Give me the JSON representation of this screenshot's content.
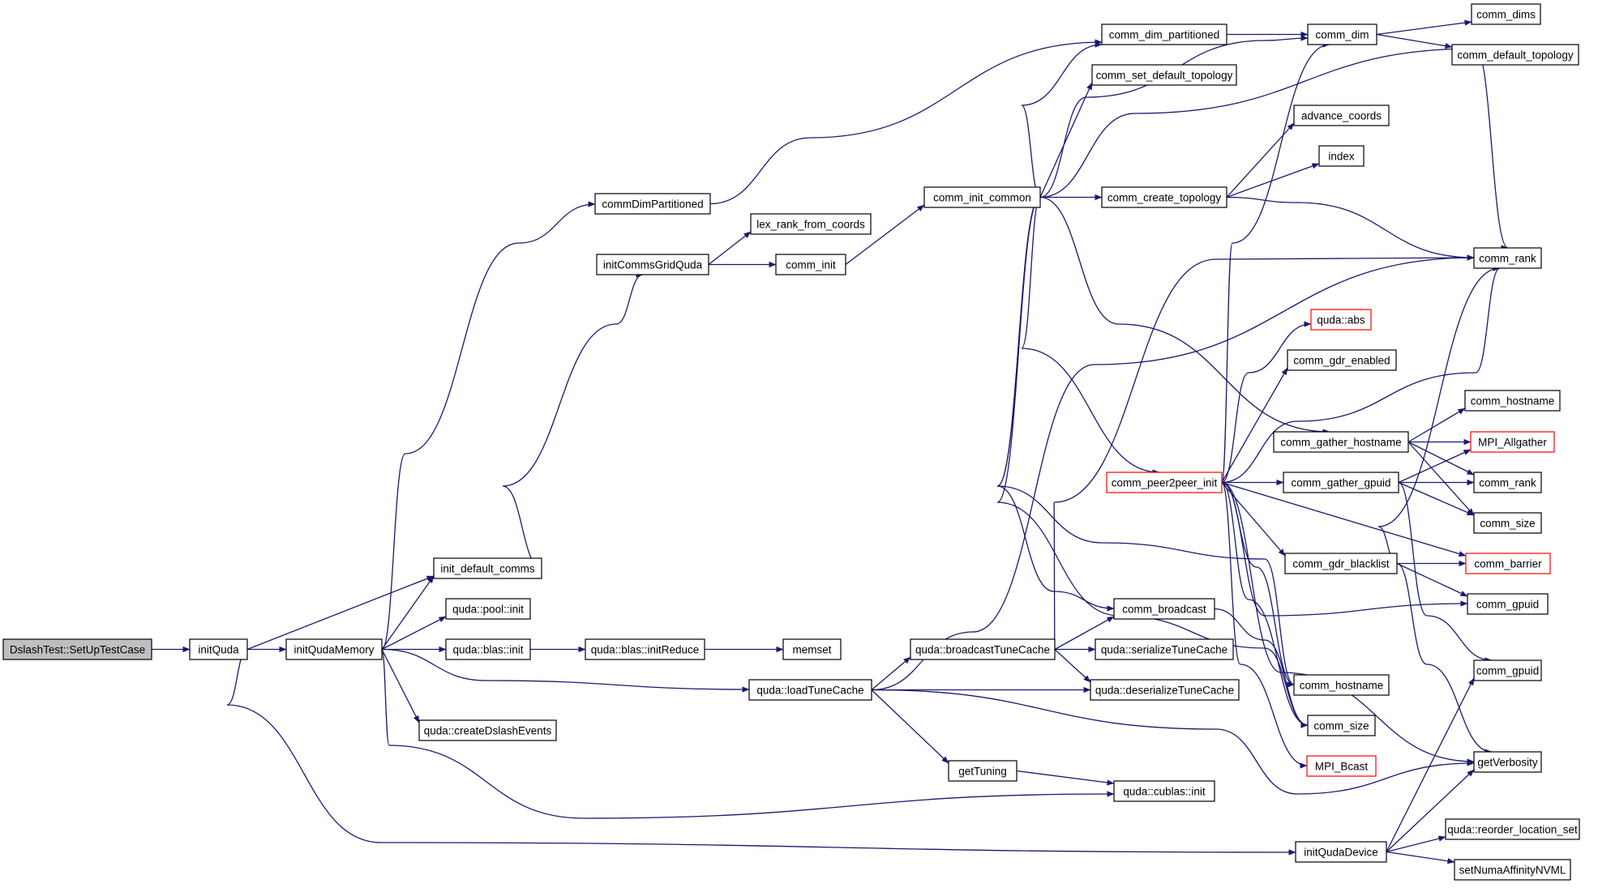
{
  "graph": {
    "title": "",
    "colors": {
      "edge": "#191970",
      "node_border": "#000000",
      "node_border_truncated": "#ff0000",
      "root_fill": "#bfbfbf",
      "node_fill": "#ffffff"
    },
    "nodes": [
      {
        "id": "setup",
        "label": "DslashTest::SetUpTestCase",
        "root": true
      },
      {
        "id": "initQuda",
        "label": "initQuda"
      },
      {
        "id": "initQudaMemory",
        "label": "initQudaMemory"
      },
      {
        "id": "initDefaultComms",
        "label": "init_default_comms"
      },
      {
        "id": "poolInit",
        "label": "quda::pool::init"
      },
      {
        "id": "blasInit",
        "label": "quda::blas::init"
      },
      {
        "id": "createDslashEvents",
        "label": "quda::createDslashEvents"
      },
      {
        "id": "blasInitReduce",
        "label": "quda::blas::initReduce"
      },
      {
        "id": "memset",
        "label": "memset"
      },
      {
        "id": "commDimPartitioned",
        "label": "commDimPartitioned"
      },
      {
        "id": "lexRank",
        "label": "lex_rank_from_coords"
      },
      {
        "id": "initCommsGridQuda",
        "label": "initCommsGridQuda"
      },
      {
        "id": "commInit",
        "label": "comm_init"
      },
      {
        "id": "loadTuneCache",
        "label": "quda::loadTuneCache"
      },
      {
        "id": "broadcastTuneCache",
        "label": "quda::broadcastTuneCache"
      },
      {
        "id": "getTuning",
        "label": "getTuning"
      },
      {
        "id": "commInitCommon",
        "label": "comm_init_common"
      },
      {
        "id": "commDimPartitioned2",
        "label": "comm_dim_partitioned"
      },
      {
        "id": "commSetDefaultTopology",
        "label": "comm_set_default_topology"
      },
      {
        "id": "commCreateTopology",
        "label": "comm_create_topology"
      },
      {
        "id": "commPeer2peerInit",
        "label": "comm_peer2peer_init",
        "truncated": true
      },
      {
        "id": "commBroadcast",
        "label": "comm_broadcast"
      },
      {
        "id": "serializeTuneCache",
        "label": "quda::serializeTuneCache"
      },
      {
        "id": "deserializeTuneCache",
        "label": "quda::deserializeTuneCache"
      },
      {
        "id": "cublasInit",
        "label": "quda::cublas::init"
      },
      {
        "id": "initQudaDevice",
        "label": "initQudaDevice"
      },
      {
        "id": "commDim",
        "label": "comm_dim"
      },
      {
        "id": "advanceCoords",
        "label": "advance_coords"
      },
      {
        "id": "index",
        "label": "index"
      },
      {
        "id": "qudaAbs",
        "label": "quda::abs",
        "truncated": true
      },
      {
        "id": "commGdrEnabled",
        "label": "comm_gdr_enabled"
      },
      {
        "id": "commGatherHostname",
        "label": "comm_gather_hostname"
      },
      {
        "id": "commGatherGpuid",
        "label": "comm_gather_gpuid"
      },
      {
        "id": "commGdrBlacklist",
        "label": "comm_gdr_blacklist"
      },
      {
        "id": "commHostname",
        "label": "comm_hostname"
      },
      {
        "id": "commSize",
        "label": "comm_size"
      },
      {
        "id": "mpiBcast",
        "label": "MPI_Bcast",
        "truncated": true
      },
      {
        "id": "commDims",
        "label": "comm_dims"
      },
      {
        "id": "commDefaultTopology",
        "label": "comm_default_topology"
      },
      {
        "id": "commRank",
        "label": "comm_rank"
      },
      {
        "id": "commHostnameR",
        "label": "comm_hostname"
      },
      {
        "id": "mpiAllgather",
        "label": "MPI_Allgather",
        "truncated": true
      },
      {
        "id": "commRank2",
        "label": "comm_rank"
      },
      {
        "id": "commSize2",
        "label": "comm_size"
      },
      {
        "id": "commBarrier",
        "label": "comm_barrier",
        "truncated": true
      },
      {
        "id": "commGpuid",
        "label": "comm_gpuid"
      },
      {
        "id": "commGpuid2",
        "label": "comm_gpuid"
      },
      {
        "id": "getVerbosity",
        "label": "getVerbosity"
      },
      {
        "id": "reorderLocationSet",
        "label": "quda::reorder_location_set"
      },
      {
        "id": "setNumaAffinity",
        "label": "setNumaAffinityNVML"
      }
    ],
    "edges": [
      [
        "setup",
        "initQuda"
      ],
      [
        "initQuda",
        "initQudaMemory"
      ],
      [
        "initQuda",
        "initDefaultComms"
      ],
      [
        "initQuda",
        "initQudaDevice"
      ],
      [
        "initQudaMemory",
        "initDefaultComms"
      ],
      [
        "initQudaMemory",
        "poolInit"
      ],
      [
        "initQudaMemory",
        "blasInit"
      ],
      [
        "initQudaMemory",
        "createDslashEvents"
      ],
      [
        "initQudaMemory",
        "commDimPartitioned"
      ],
      [
        "initQudaMemory",
        "loadTuneCache"
      ],
      [
        "initQudaMemory",
        "cublasInit"
      ],
      [
        "initDefaultComms",
        "initCommsGridQuda"
      ],
      [
        "blasInit",
        "blasInitReduce"
      ],
      [
        "blasInitReduce",
        "memset"
      ],
      [
        "commDimPartitioned",
        "commDimPartitioned2"
      ],
      [
        "initCommsGridQuda",
        "lexRank"
      ],
      [
        "initCommsGridQuda",
        "commInit"
      ],
      [
        "commInit",
        "commInitCommon"
      ],
      [
        "loadTuneCache",
        "broadcastTuneCache"
      ],
      [
        "loadTuneCache",
        "deserializeTuneCache"
      ],
      [
        "loadTuneCache",
        "getTuning"
      ],
      [
        "loadTuneCache",
        "commRank"
      ],
      [
        "loadTuneCache",
        "getVerbosity"
      ],
      [
        "broadcastTuneCache",
        "commBroadcast"
      ],
      [
        "broadcastTuneCache",
        "serializeTuneCache"
      ],
      [
        "broadcastTuneCache",
        "deserializeTuneCache"
      ],
      [
        "broadcastTuneCache",
        "commRank"
      ],
      [
        "getTuning",
        "cublasInit"
      ],
      [
        "commInitCommon",
        "commDimPartitioned2"
      ],
      [
        "commInitCommon",
        "commSetDefaultTopology"
      ],
      [
        "commInitCommon",
        "commDim"
      ],
      [
        "commInitCommon",
        "commRank"
      ],
      [
        "commInitCommon",
        "commCreateTopology"
      ],
      [
        "commInitCommon",
        "commPeer2peerInit"
      ],
      [
        "commInitCommon",
        "commGatherHostname"
      ],
      [
        "commInitCommon",
        "commBroadcast"
      ],
      [
        "commInitCommon",
        "commHostname"
      ],
      [
        "commInitCommon",
        "commSize"
      ],
      [
        "commDimPartitioned2",
        "commDim"
      ],
      [
        "commCreateTopology",
        "advanceCoords"
      ],
      [
        "commCreateTopology",
        "index"
      ],
      [
        "commCreateTopology",
        "commRank"
      ],
      [
        "commPeer2peerInit",
        "commDim"
      ],
      [
        "commPeer2peerInit",
        "qudaAbs"
      ],
      [
        "commPeer2peerInit",
        "commGdrEnabled"
      ],
      [
        "commPeer2peerInit",
        "commRank"
      ],
      [
        "commPeer2peerInit",
        "commGatherGpuid"
      ],
      [
        "commPeer2peerInit",
        "commGdrBlacklist"
      ],
      [
        "commPeer2peerInit",
        "commBarrier"
      ],
      [
        "commPeer2peerInit",
        "commGpuid"
      ],
      [
        "commPeer2peerInit",
        "commHostname"
      ],
      [
        "commPeer2peerInit",
        "commSize"
      ],
      [
        "commPeer2peerInit",
        "mpiBcast"
      ],
      [
        "commPeer2peerInit",
        "getVerbosity"
      ],
      [
        "commBroadcast",
        "commSize"
      ],
      [
        "commDim",
        "commDims"
      ],
      [
        "commDim",
        "commDefaultTopology"
      ],
      [
        "commGatherHostname",
        "commHostnameR"
      ],
      [
        "commGatherHostname",
        "mpiAllgather"
      ],
      [
        "commGatherHostname",
        "commRank2"
      ],
      [
        "commGatherHostname",
        "commSize2"
      ],
      [
        "commGatherGpuid",
        "mpiAllgather"
      ],
      [
        "commGatherGpuid",
        "commRank2"
      ],
      [
        "commGatherGpuid",
        "commSize2"
      ],
      [
        "commGatherGpuid",
        "commGpuid2"
      ],
      [
        "commGdrBlacklist",
        "commRank"
      ],
      [
        "commGdrBlacklist",
        "commBarrier"
      ],
      [
        "commGdrBlacklist",
        "commGpuid"
      ],
      [
        "commGdrBlacklist",
        "getVerbosity"
      ],
      [
        "initQudaDevice",
        "commGpuid2"
      ],
      [
        "initQudaDevice",
        "getVerbosity"
      ],
      [
        "initQudaDevice",
        "reorderLocationSet"
      ],
      [
        "initQudaDevice",
        "setNumaAffinity"
      ]
    ]
  }
}
